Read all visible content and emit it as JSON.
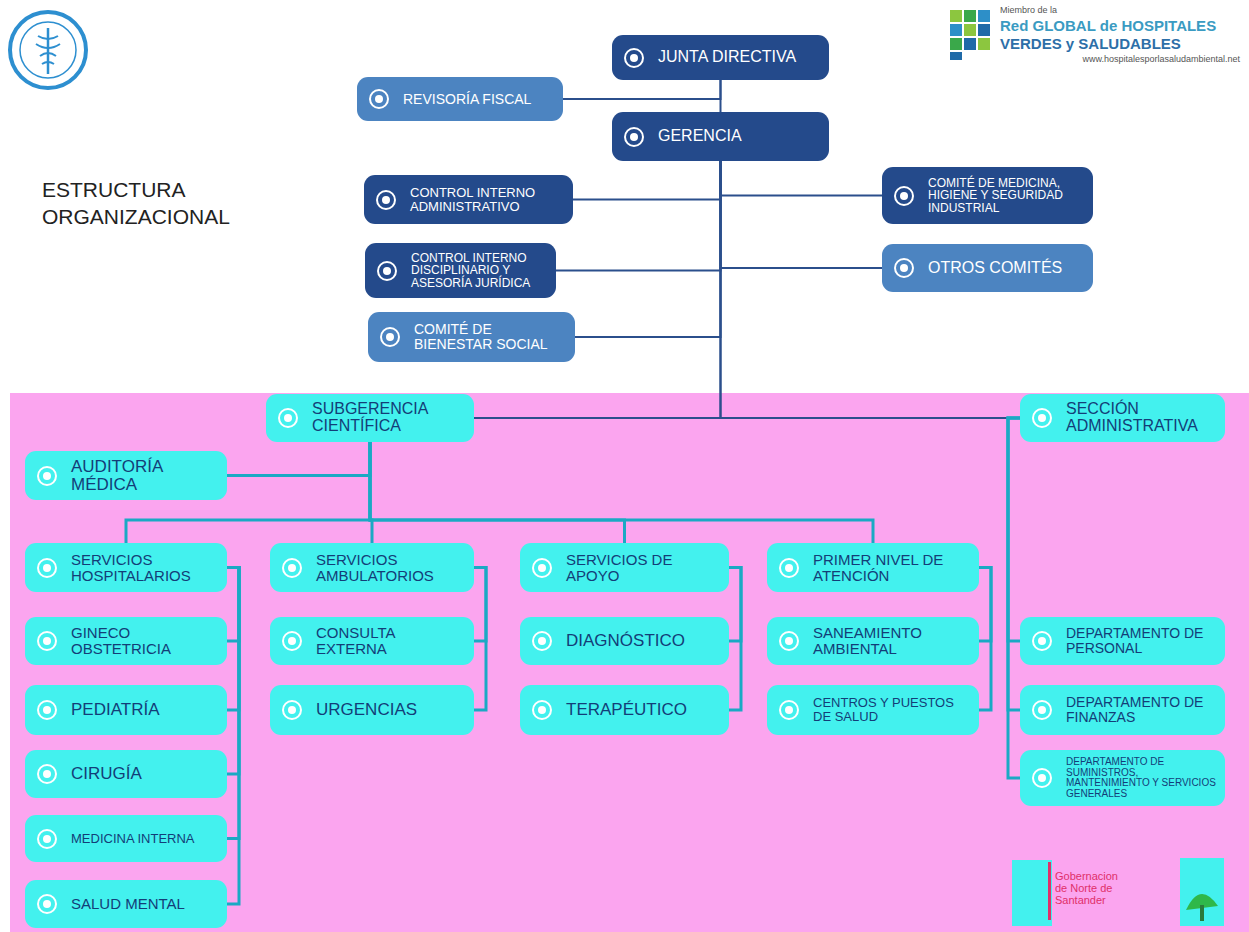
{
  "diagram": {
    "title": "ESTRUCTURA ORGANIZACIONAL",
    "nodes": [
      {
        "text": [
          "JUNTA DIRECTIVA"
        ]
      },
      {
        "text": [
          "REVISORÍA FISCAL"
        ]
      },
      {
        "text": [
          "GERENCIA"
        ]
      },
      {
        "text": [
          "CONTROL INTERNO ADMINISTRATIVO"
        ]
      },
      {
        "text": [
          "COMITÉ DE MEDICINA, HIGIENE Y SEGURIDAD INDUSTRIAL"
        ]
      },
      {
        "text": [
          "CONTROL INTERNO DISCIPLINARIO Y ASESORÍA JURÍDICA"
        ]
      },
      {
        "text": [
          "OTROS COMITÉS"
        ]
      },
      {
        "text": [
          "COMITÉ DE BIENESTAR SOCIAL"
        ]
      },
      {
        "text": [
          "SUBGERENCIA CIENTÍFICA"
        ]
      },
      {
        "text": [
          "SECCIÓN ADMINISTRATIVA"
        ]
      },
      {
        "text": [
          "AUDITORÍA MÉDICA"
        ]
      },
      {
        "text": [
          "SERVICIOS HOSPITALARIOS"
        ]
      },
      {
        "text": [
          "SERVICIOS AMBULATORIOS"
        ]
      },
      {
        "text": [
          "SERVICIOS DE APOYO"
        ]
      },
      {
        "text": [
          "PRIMER NIVEL DE ATENCIÓN"
        ]
      },
      {
        "text": [
          "GINECO OBSTETRICIA"
        ]
      },
      {
        "text": [
          "CONSULTA EXTERNA"
        ]
      },
      {
        "text": [
          "DIAGNÓSTICO"
        ]
      },
      {
        "text": [
          "SANEAMIENTO AMBIENTAL"
        ]
      },
      {
        "text": [
          "DEPARTAMENTO DE PERSONAL"
        ]
      },
      {
        "text": [
          "PEDIATRÍA"
        ]
      },
      {
        "text": [
          "URGENCIAS"
        ]
      },
      {
        "text": [
          "TERAPÉUTICO"
        ]
      },
      {
        "text": [
          "CENTROS Y PUESTOS DE SALUD"
        ]
      },
      {
        "text": [
          "DEPARTAMENTO DE FINANZAS"
        ]
      },
      {
        "text": [
          "CIRUGÍA"
        ]
      },
      {
        "text": [
          "DEPARTAMENTO DE SUMINISTROS, MANTENIMIENTO Y SERVICIOS GENERALES"
        ]
      },
      {
        "text": [
          "MEDICINA INTERNA"
        ]
      },
      {
        "text": [
          "SALUD MENTAL"
        ]
      }
    ],
    "edges": [
      {
        "from": 0,
        "to": 1,
        "arrow": "none"
      },
      {
        "from": 0,
        "to": 2,
        "arrow": "none"
      },
      {
        "from": 2,
        "to": 3,
        "arrow": "none"
      },
      {
        "from": 2,
        "to": 4,
        "arrow": "none"
      },
      {
        "from": 2,
        "to": 5,
        "arrow": "none"
      },
      {
        "from": 2,
        "to": 6,
        "arrow": "none"
      },
      {
        "from": 2,
        "to": 7,
        "arrow": "none"
      },
      {
        "from": 2,
        "to": 8,
        "arrow": "none"
      },
      {
        "from": 2,
        "to": 9,
        "arrow": "none"
      },
      {
        "from": 8,
        "to": 10,
        "arrow": "none"
      },
      {
        "from": 8,
        "to": 11,
        "arrow": "none"
      },
      {
        "from": 8,
        "to": 12,
        "arrow": "none"
      },
      {
        "from": 8,
        "to": 13,
        "arrow": "none"
      },
      {
        "from": 8,
        "to": 14,
        "arrow": "none"
      },
      {
        "from": 11,
        "to": 15,
        "arrow": "none"
      },
      {
        "from": 11,
        "to": 20,
        "arrow": "none"
      },
      {
        "from": 11,
        "to": 25,
        "arrow": "none"
      },
      {
        "from": 11,
        "to": 27,
        "arrow": "none"
      },
      {
        "from": 11,
        "to": 28,
        "arrow": "none"
      },
      {
        "from": 12,
        "to": 16,
        "arrow": "none"
      },
      {
        "from": 12,
        "to": 21,
        "arrow": "none"
      },
      {
        "from": 13,
        "to": 17,
        "arrow": "none"
      },
      {
        "from": 13,
        "to": 22,
        "arrow": "none"
      },
      {
        "from": 14,
        "to": 18,
        "arrow": "none"
      },
      {
        "from": 14,
        "to": 23,
        "arrow": "none"
      },
      {
        "from": 9,
        "to": 19,
        "arrow": "none"
      },
      {
        "from": 9,
        "to": 24,
        "arrow": "none"
      },
      {
        "from": 9,
        "to": 26,
        "arrow": "none"
      }
    ],
    "labels": [
      "Miembro de la",
      "Red GLOBAL de HOSPITALES",
      "VERDES y SALUDABLES",
      "www.hospitalesporlasaludambiental.net",
      "Gobernacion de Norte de Santander"
    ]
  }
}
